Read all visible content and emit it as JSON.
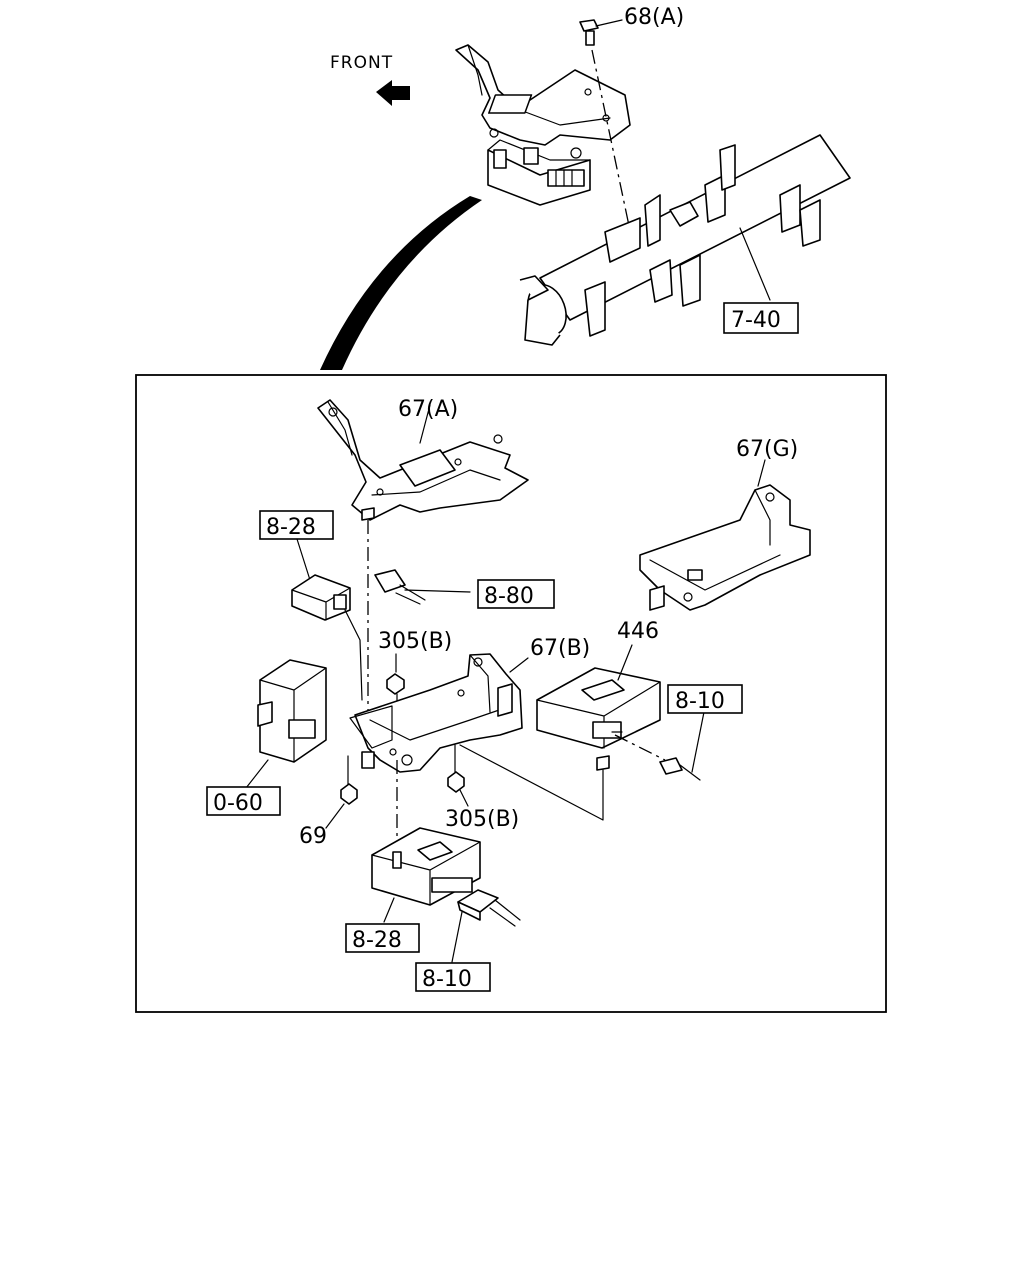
{
  "orientation": {
    "front_label": "FRONT"
  },
  "callouts": {
    "bolt_top": "68(A)",
    "cross_member": "7-40",
    "bracket_a": "67(A)",
    "bracket_g": "67(G)",
    "bracket_b": "67(B)",
    "ref_8_28_upper": "8-28",
    "ref_8_80": "8-80",
    "nut_305b_upper": "305(B)",
    "unit_446": "446",
    "ref_8_10_right": "8-10",
    "ref_0_60": "0-60",
    "nut_69": "69",
    "nut_305b_lower": "305(B)",
    "ref_8_28_lower": "8-28",
    "ref_8_10_lower": "8-10"
  }
}
